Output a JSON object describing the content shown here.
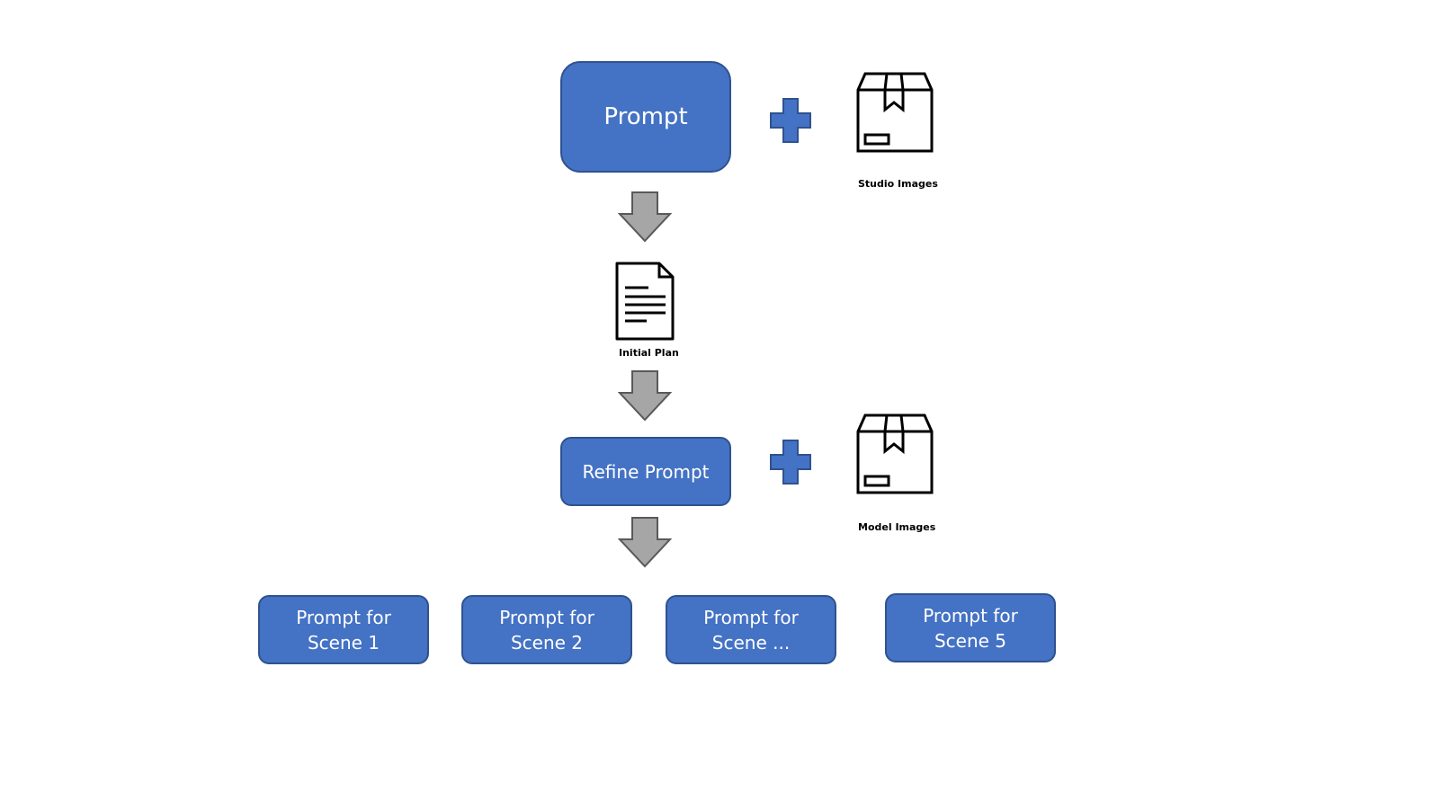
{
  "nodes": {
    "prompt": "Prompt",
    "refine_prompt": "Refine Prompt",
    "scenes": [
      {
        "line1": "Prompt for",
        "line2": "Scene 1"
      },
      {
        "line1": "Prompt for",
        "line2": "Scene 2"
      },
      {
        "line1": "Prompt for",
        "line2": "Scene ..."
      },
      {
        "line1": "Prompt for",
        "line2": "Scene 5"
      }
    ]
  },
  "icons": {
    "studio_images": {
      "icon": "box-package-icon",
      "caption": "Studio Images"
    },
    "initial_plan": {
      "icon": "document-icon",
      "caption": "Initial Plan"
    },
    "model_images": {
      "icon": "box-package-icon",
      "caption": "Model Images"
    }
  },
  "connectors": {
    "plus": "plus-icon",
    "arrow": "down-arrow-icon"
  },
  "colors": {
    "node_fill": "#4472C4",
    "node_border": "#2F528F",
    "arrow_fill": "#A6A6A6",
    "arrow_border": "#595959",
    "text": "#FFFFFF"
  }
}
